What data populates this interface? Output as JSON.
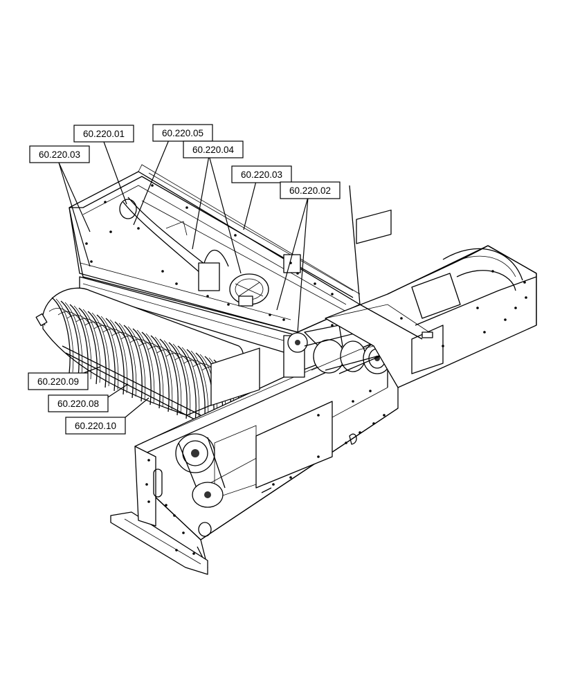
{
  "callouts": [
    {
      "id": "c1",
      "text": "60.220.01"
    },
    {
      "id": "c2",
      "text": "60.220.05"
    },
    {
      "id": "c3",
      "text": "60.220.03"
    },
    {
      "id": "c4",
      "text": "60.220.04"
    },
    {
      "id": "c5",
      "text": "60.220.03"
    },
    {
      "id": "c6",
      "text": "60.220.02"
    },
    {
      "id": "c7",
      "text": "60.220.09"
    },
    {
      "id": "c8",
      "text": "60.220.08"
    },
    {
      "id": "c9",
      "text": "60.220.10"
    }
  ]
}
